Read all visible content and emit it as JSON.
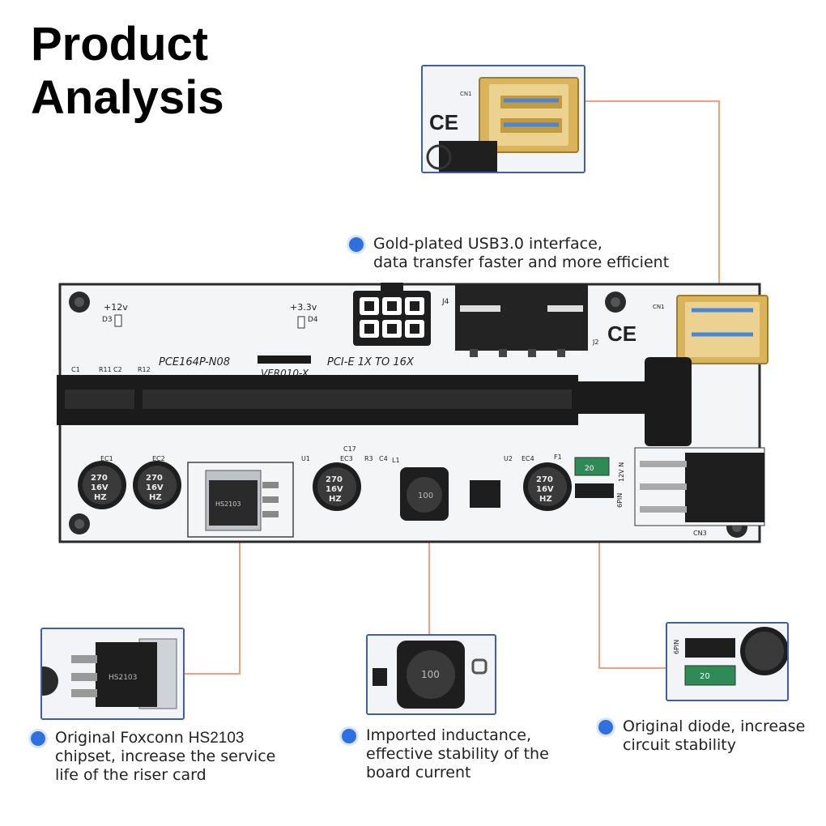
{
  "title": {
    "line1": "Product",
    "line2": "Analysis"
  },
  "captions": {
    "usb": {
      "line1": "Gold-plated USB3.0 interface,",
      "line2": "data transfer faster and more efficient"
    },
    "chipset": {
      "line1_prefix": "Original Foxconn ",
      "line1_model": "HS2103",
      "line2": "chipset, increase the service",
      "line3": "life of the riser card"
    },
    "inductance": {
      "line1": "Imported inductance,",
      "line2": "effective stability of the",
      "line3": "board current"
    },
    "diode": {
      "line1": "Original diode, increase",
      "line2": "circuit stability"
    }
  },
  "board": {
    "model": "PCE164P-N08",
    "version": "VER010-X",
    "pcie_label": "PCI-E 1X TO 16X",
    "v12": "+12v",
    "v33": "+3.3v",
    "d3": "D3",
    "d4": "D4",
    "c1": "C1",
    "r11": "R11",
    "c2": "C2",
    "r12": "R12",
    "ec1": "EC1",
    "ec2": "EC2",
    "ec3": "EC3",
    "ec4": "EC4",
    "u1": "U1",
    "u2": "U2",
    "c17": "C17",
    "r3": "R3",
    "c4": "C4",
    "l1": "L1",
    "f1": "F1",
    "j4": "J4",
    "j2": "J2",
    "cn1": "CN1",
    "cn3": "CN3",
    "cap_text": [
      "270",
      "16V",
      "HZ"
    ],
    "chip_text": "HS2103",
    "inductor_text": "100",
    "pin_label": "6PIN",
    "v12n": "12V N",
    "fuse_text": "20"
  },
  "colors": {
    "accent_blue": "#2f6fe0",
    "inset_border": "#3d5fa8",
    "leader_orange": "#f0a07a",
    "pcb_white": "#f4f5f7",
    "slot_black": "#1b1b1b",
    "usb_gold": "#d9b45a"
  }
}
